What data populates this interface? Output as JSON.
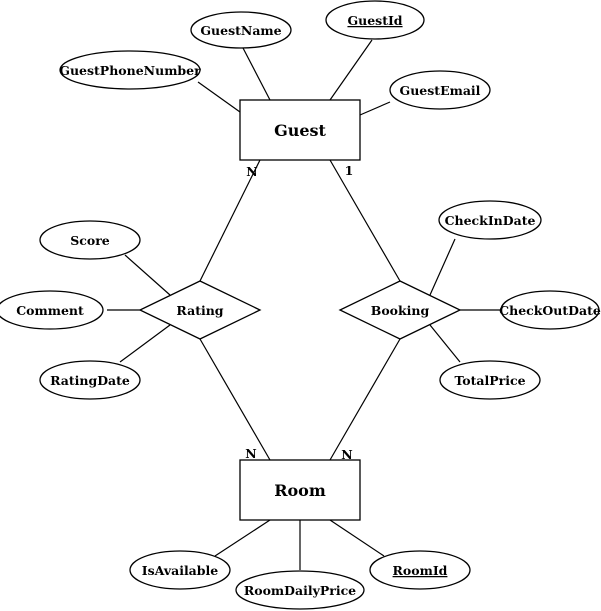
{
  "entities": {
    "guest": "Guest",
    "room": "Room"
  },
  "relationships": {
    "rating": "Rating",
    "booking": "Booking"
  },
  "attributes": {
    "guest_name": "GuestName",
    "guest_id": "GuestId",
    "guest_phone": "GuestPhoneNumber",
    "guest_email": "GuestEmail",
    "score": "Score",
    "comment": "Comment",
    "rating_date": "RatingDate",
    "check_in": "CheckInDate",
    "check_out": "CheckOutDate",
    "total_price": "TotalPrice",
    "is_available": "IsAvailable",
    "room_daily_price": "RoomDailyPrice",
    "room_id": "RoomId"
  },
  "cardinalities": {
    "guest_rating": "N",
    "guest_booking": "1",
    "room_rating": "N",
    "room_booking": "N"
  }
}
